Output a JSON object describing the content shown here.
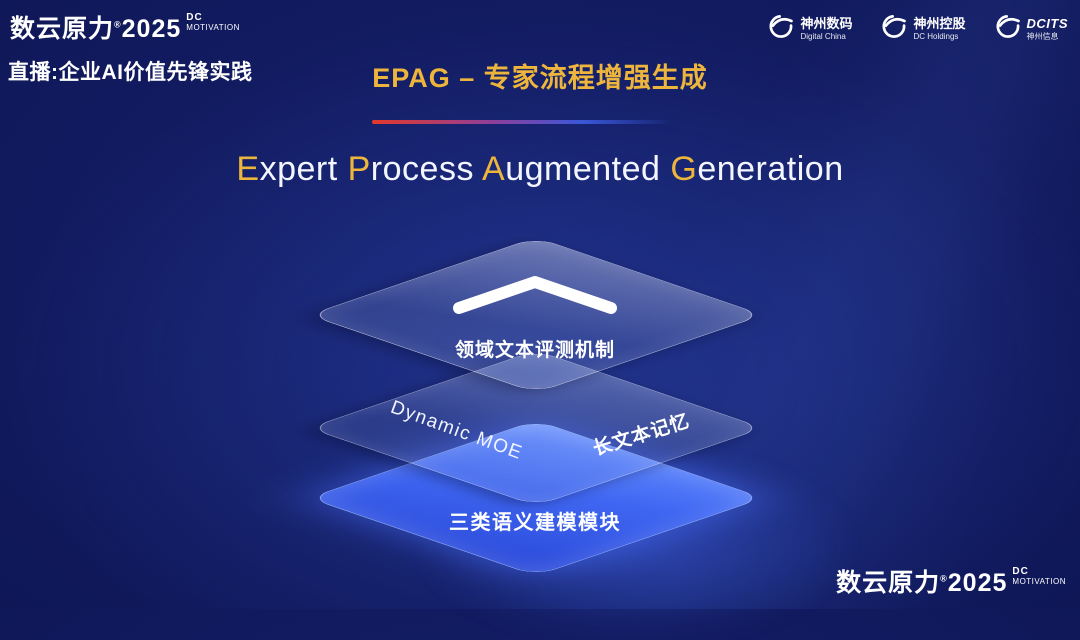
{
  "colors": {
    "gold": "#edb53c",
    "bottom_layer_blue": "#3f66f2",
    "background_navy": "#0e1655",
    "divider_red": "#e2392b",
    "divider_blue": "#3a57d8"
  },
  "topbar": {
    "brand": {
      "name": "数云原力",
      "reg": "®",
      "year": "2025",
      "tagline_top": "DC",
      "tagline_bottom": "MOTIVATION"
    },
    "live_title": "直播:企业AI价值先锋实践",
    "slide_title": "EPAG – 专家流程增强生成",
    "logos": [
      {
        "icon": "swoosh-ring",
        "name": "神州数码",
        "sub": "Digital China"
      },
      {
        "icon": "swoosh-ring",
        "name": "神州控股",
        "sub": "DC Holdings"
      },
      {
        "icon": "swoosh-ring",
        "name": "DCITS",
        "sub": "神州信息"
      }
    ]
  },
  "heading": {
    "e_init": "E",
    "e_rest": "xpert ",
    "p_init": "P",
    "p_rest": "rocess ",
    "a_init": "A",
    "a_rest": "ugmented ",
    "g_init": "G",
    "g_rest": "eneration"
  },
  "diagram": {
    "chevron_icon": "chevron-up",
    "top_layer_label": "领域文本评测机制",
    "middle_layer_left_label": "Dynamic MOE",
    "middle_layer_right_label": "长文本记忆",
    "bottom_layer_label": "三类语义建模模块"
  },
  "footer": {
    "brand": {
      "name": "数云原力",
      "reg": "®",
      "year": "2025",
      "tagline_top": "DC",
      "tagline_bottom": "MOTIVATION"
    }
  }
}
